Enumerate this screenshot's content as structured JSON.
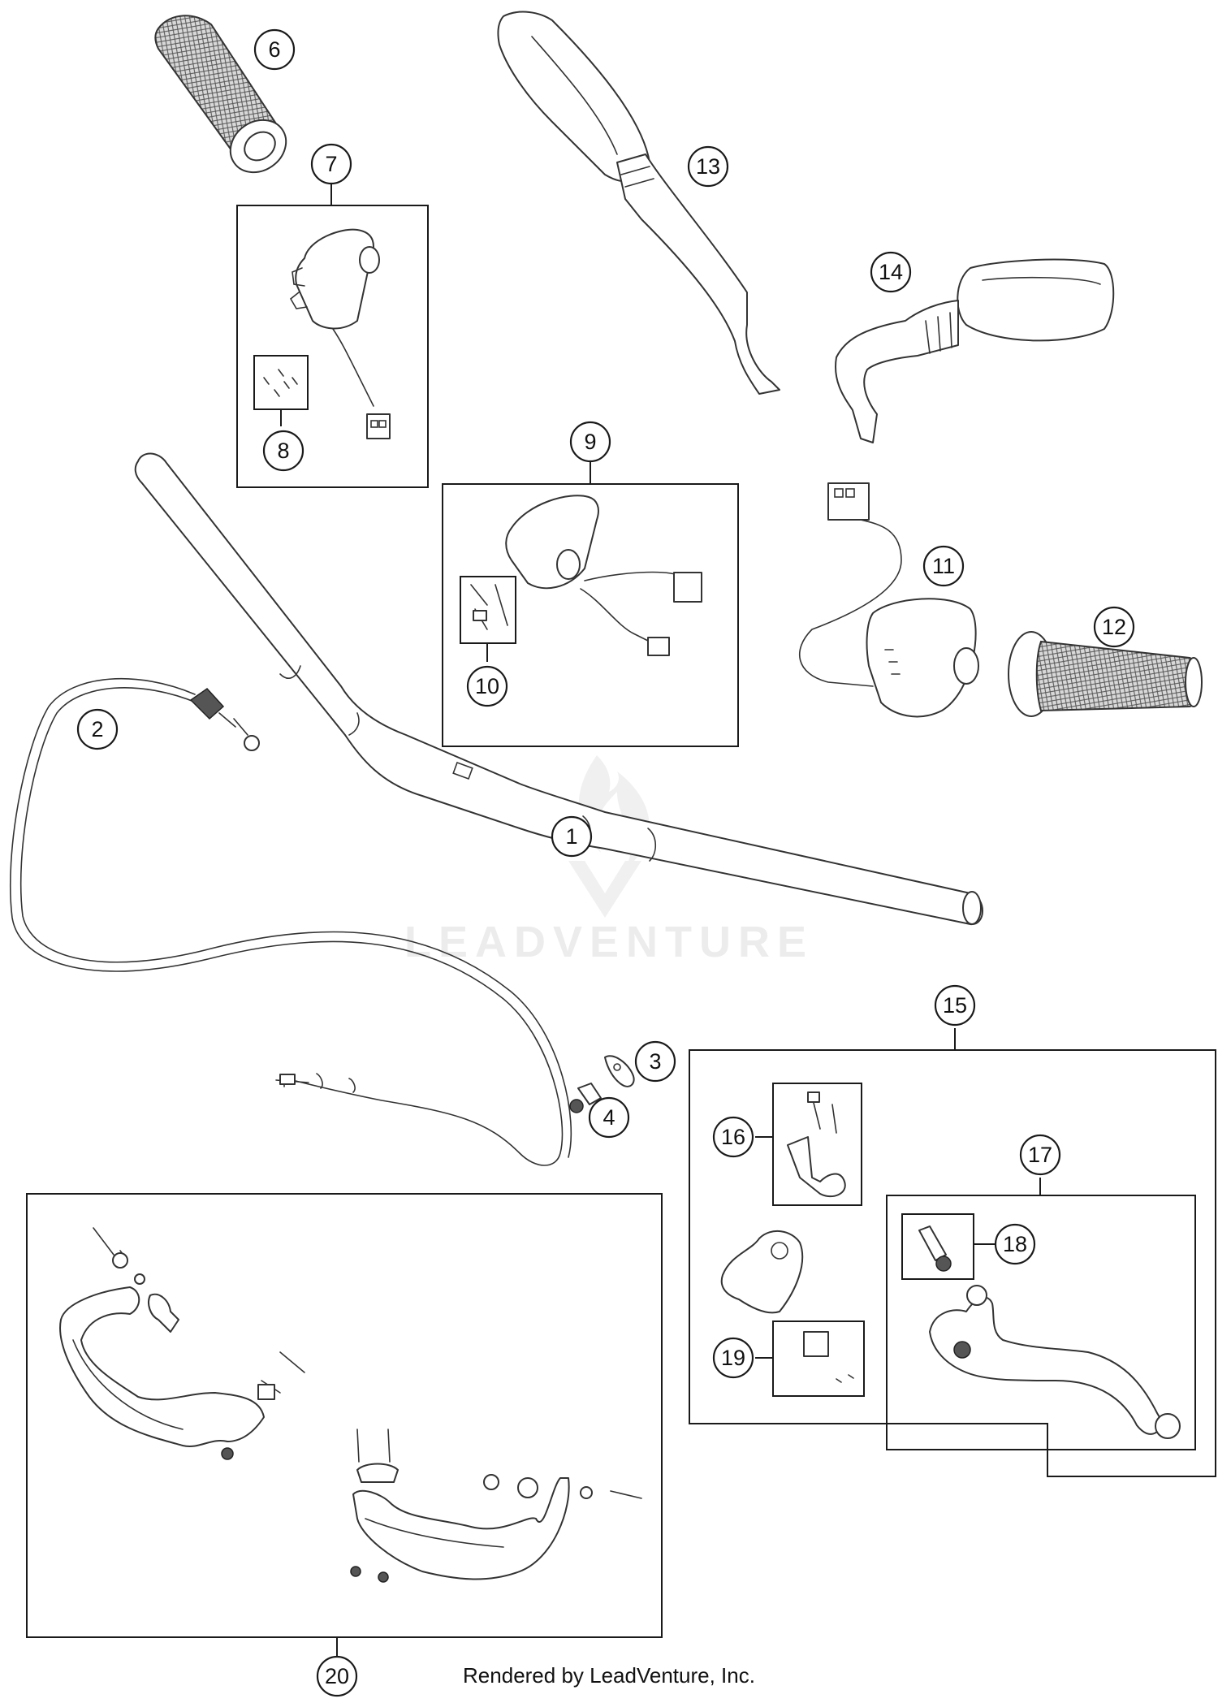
{
  "diagram": {
    "callouts": [
      "1",
      "2",
      "3",
      "4",
      "6",
      "7",
      "8",
      "9",
      "10",
      "11",
      "12",
      "13",
      "14",
      "15",
      "16",
      "17",
      "18",
      "19",
      "20"
    ],
    "watermark": "LEADVENTURE",
    "credit": "Rendered by LeadVenture, Inc."
  },
  "colors": {
    "line": "#333333",
    "background": "#ffffff",
    "watermark": "#ececec"
  }
}
